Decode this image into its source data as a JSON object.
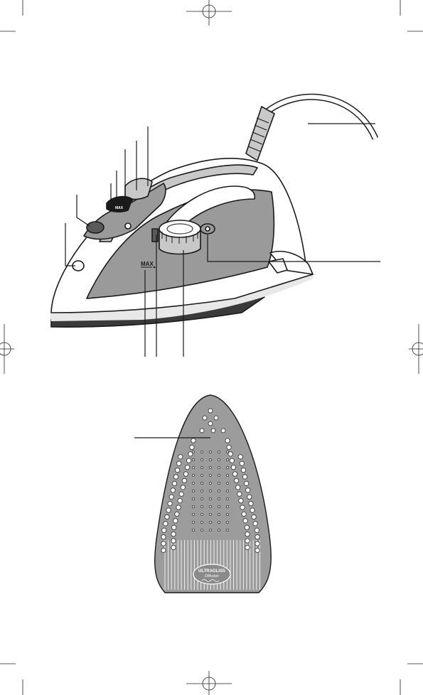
{
  "iron": {
    "max_mark": "MAX"
  },
  "soleplate": {
    "brand_line1": "ULTRAGLISS",
    "brand_line2": "Diffusion"
  },
  "colors": {
    "body_grey": "#9a9a9a",
    "light_grey": "#c8c8c8",
    "outline": "#1a1a1a",
    "soleplate_grey": "#9c9c9c"
  }
}
